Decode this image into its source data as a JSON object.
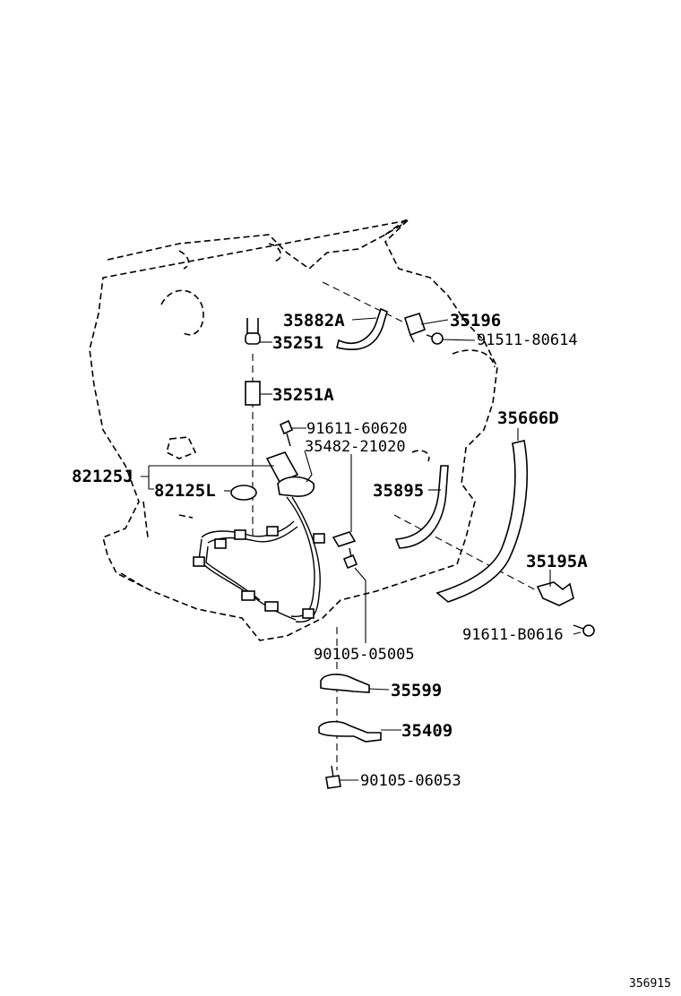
{
  "labels": {
    "p35882A": "35882A",
    "p35196": "35196",
    "p91511_80614": "91511-80614",
    "p35251": "35251",
    "p35251A": "35251A",
    "p91611_60620": "91611-60620",
    "p35482_21020": "35482-21020",
    "p35666D": "35666D",
    "p82125J": "82125J",
    "p82125L": "82125L",
    "p35895": "35895",
    "p35195A": "35195A",
    "p91611_B0616": "91611-B0616",
    "p90105_05005": "90105-05005",
    "p35599": "35599",
    "p35409": "35409",
    "p90105_06053": "90105-06053"
  },
  "figure_number": "356915"
}
